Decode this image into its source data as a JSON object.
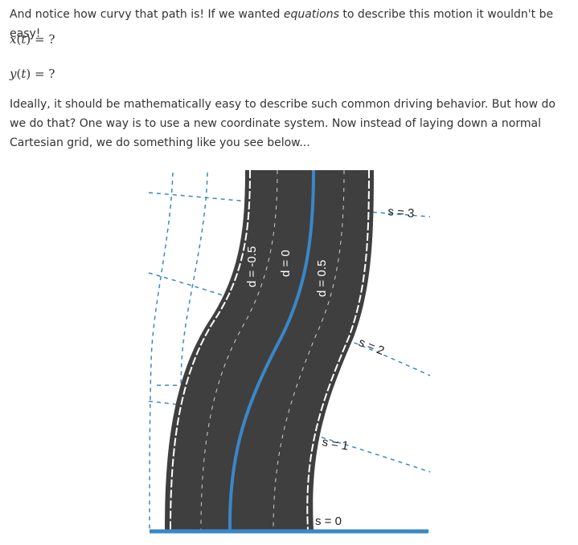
{
  "intro": {
    "before": "And notice how curvy that path is! If we wanted ",
    "emphasis": "equations",
    "after": " to describe this motion it wouldn't be easy!"
  },
  "equations": [
    {
      "func": "x",
      "var": "t",
      "rhs": "?"
    },
    {
      "func": "y",
      "var": "t",
      "rhs": "?"
    }
  ],
  "body_text": "Ideally, it should be mathematically easy to describe such common driving behavior. But how do we do that? One way is to use a new coordinate system. Now instead of laying down a normal Cartesian grid, we do something like you see below...",
  "figure": {
    "s_labels": [
      "s = 0",
      "s = 1",
      "s = 2",
      "s = 3"
    ],
    "d_labels": [
      "d = -0.5",
      "d = 0",
      "d = 0.5"
    ],
    "colors": {
      "road": "#3f3f3f",
      "edge_line": "#ffffff",
      "center_line": "#3a87c9",
      "grid_dash": "#3a87c9",
      "base_line": "#3a87c9"
    }
  }
}
